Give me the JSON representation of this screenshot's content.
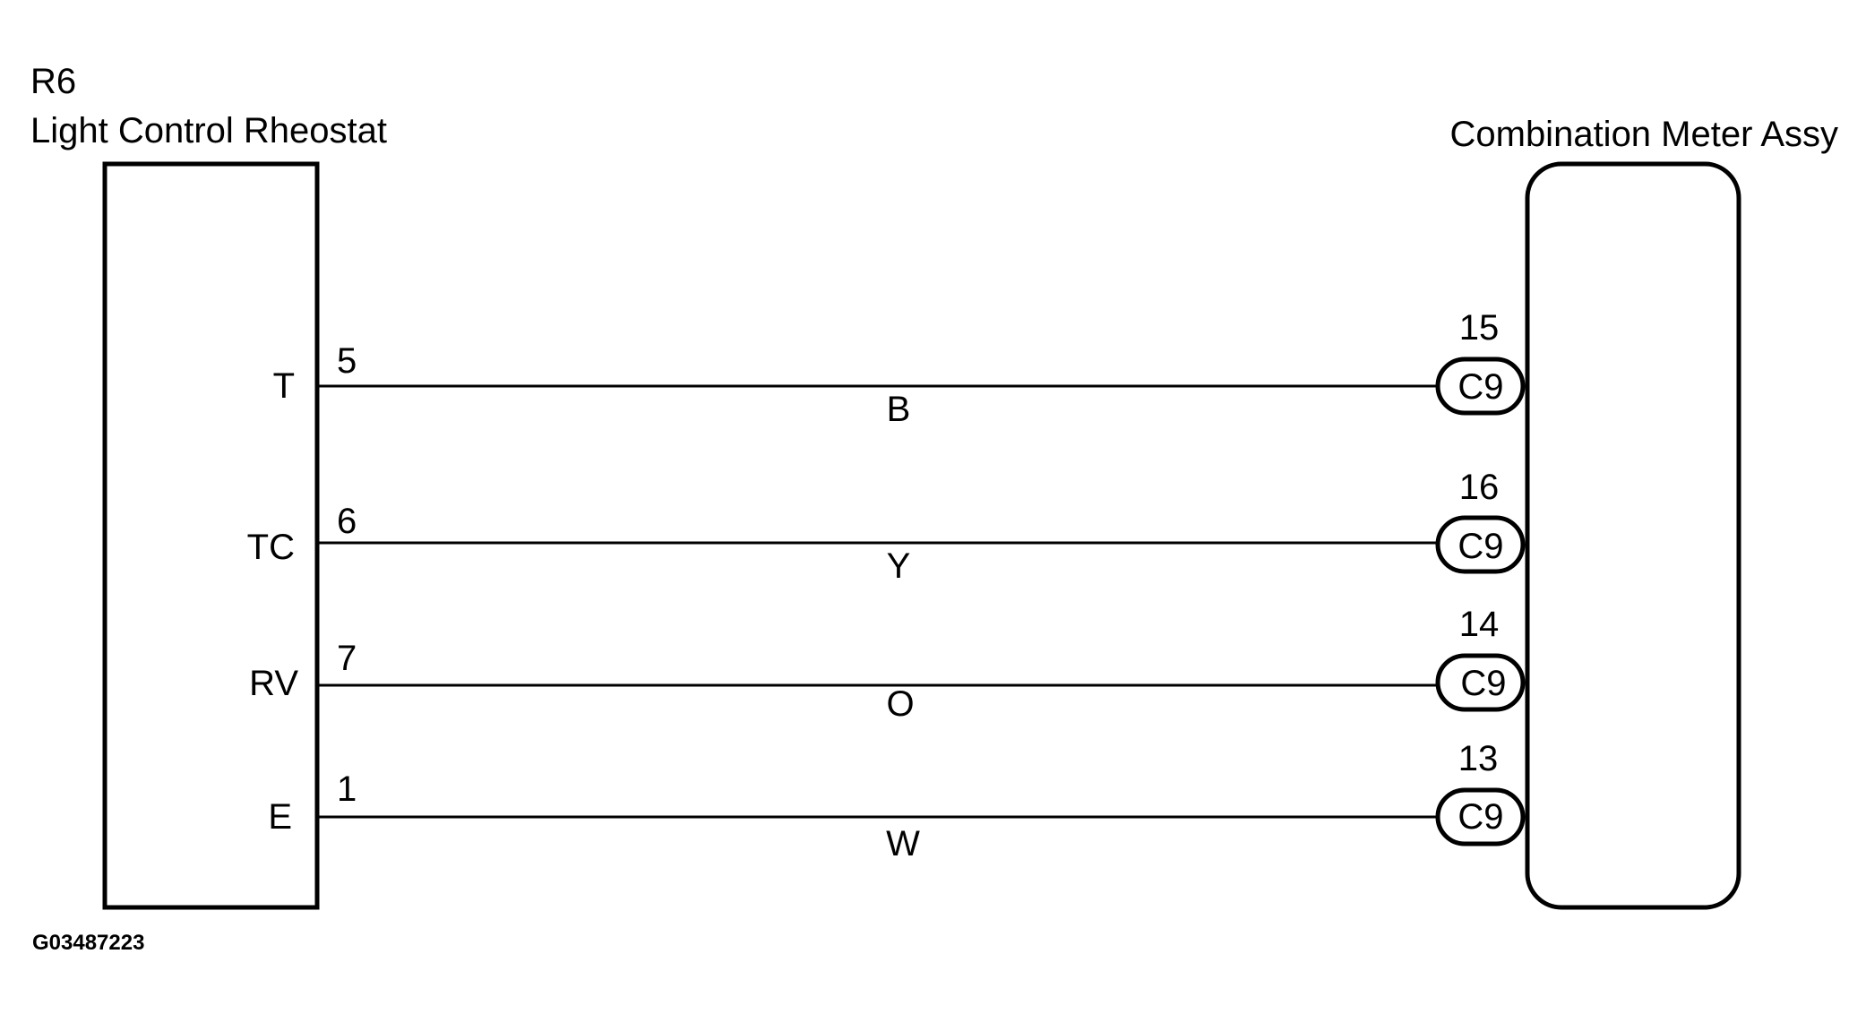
{
  "left_component": {
    "code": "R6",
    "name": "Light Control Rheostat"
  },
  "right_component": {
    "name": "Combination Meter Assy"
  },
  "wires": [
    {
      "terminal": "T",
      "pin": "5",
      "color": "B",
      "connector": "C9",
      "connector_pin": "15"
    },
    {
      "terminal": "TC",
      "pin": "6",
      "color": "Y",
      "connector": "C9",
      "connector_pin": "16"
    },
    {
      "terminal": "RV",
      "pin": "7",
      "color": "O",
      "connector": "C9",
      "connector_pin": "14"
    },
    {
      "terminal": "E",
      "pin": "1",
      "color": "W",
      "connector": "C9",
      "connector_pin": "13"
    }
  ],
  "figure_id": "G03487223"
}
